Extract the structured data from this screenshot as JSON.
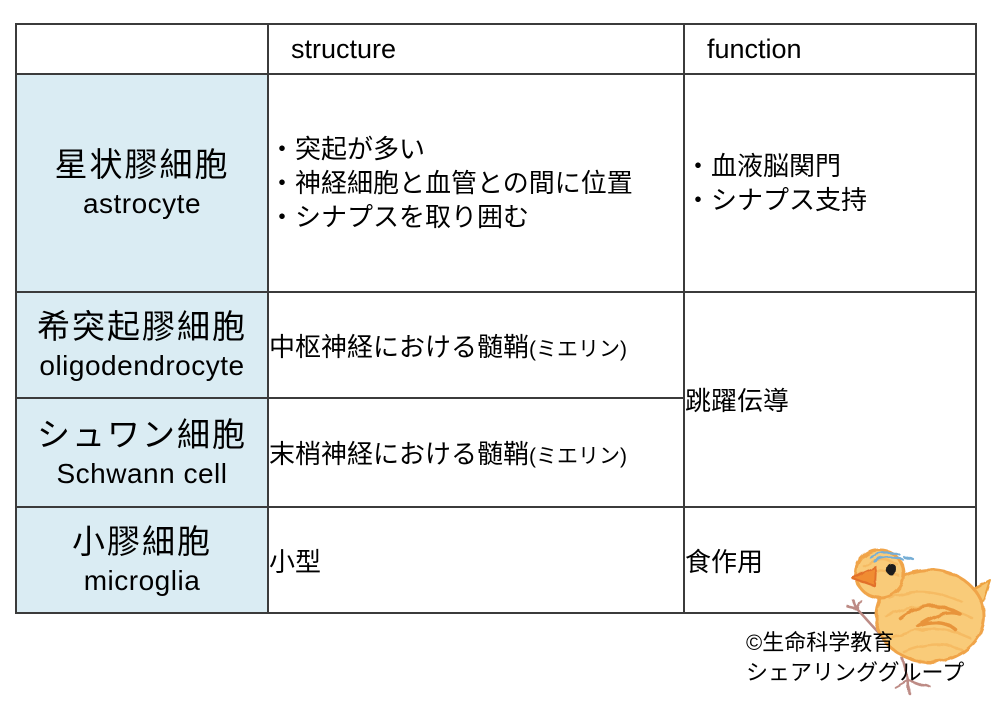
{
  "table": {
    "headers": {
      "blank": "",
      "structure": "structure",
      "function": "function"
    },
    "rows": [
      {
        "name_jp": "星状膠細胞",
        "name_en": "astrocyte",
        "structure_lines": [
          "・突起が多い",
          "・神経細胞と血管との間に位置",
          "・シナプスを取り囲む"
        ],
        "function_lines": [
          "・血液脳関門",
          "・シナプス支持"
        ]
      },
      {
        "name_jp": "希突起膠細胞",
        "name_en": "oligodendrocyte",
        "structure_main": "中枢神経における髄鞘",
        "structure_paren": "(ミエリン)",
        "function_merged": "跳躍伝導"
      },
      {
        "name_jp": "シュワン細胞",
        "name_en": "Schwann cell",
        "structure_main": "末梢神経における髄鞘",
        "structure_paren": "(ミエリン)"
      },
      {
        "name_jp": "小膠細胞",
        "name_en": "microglia",
        "structure_text": "小型",
        "function_text": "食作用"
      }
    ]
  },
  "footer": {
    "copyright_line1": "©生命科学教育",
    "copyright_line2": "シェアリンググループ"
  },
  "colors": {
    "row_header_bg": "#daecf3",
    "border": "#3b3b3b",
    "text": "#000000",
    "chick_body": "#f9cb79",
    "chick_outline": "#f0a449",
    "chick_beak": "#f08c32",
    "chick_legs": "#bd8b85",
    "chick_hat_blue": "#74aed6"
  },
  "icons": {
    "chick": "hand-drawn-chick-illustration"
  }
}
